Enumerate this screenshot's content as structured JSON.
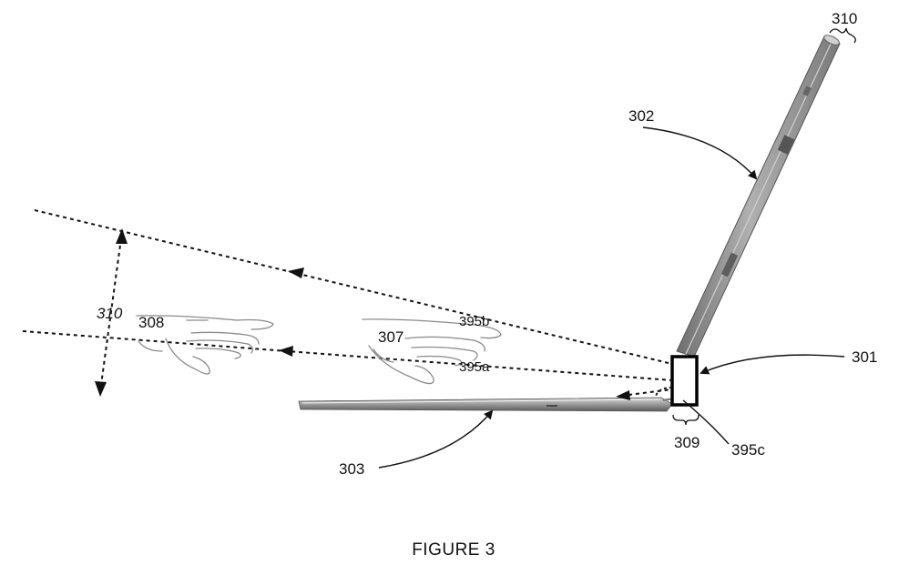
{
  "figure": {
    "caption": "FIGURE 3",
    "labels": {
      "display_top": "310",
      "display": "302",
      "sensor": "301",
      "field_of_view": "310",
      "hand_far": "308",
      "hand_near": "307",
      "ray_upper": "395b",
      "ray_middle": "395a",
      "ray_lower": "395c",
      "base": "303",
      "hinge": "309"
    }
  }
}
